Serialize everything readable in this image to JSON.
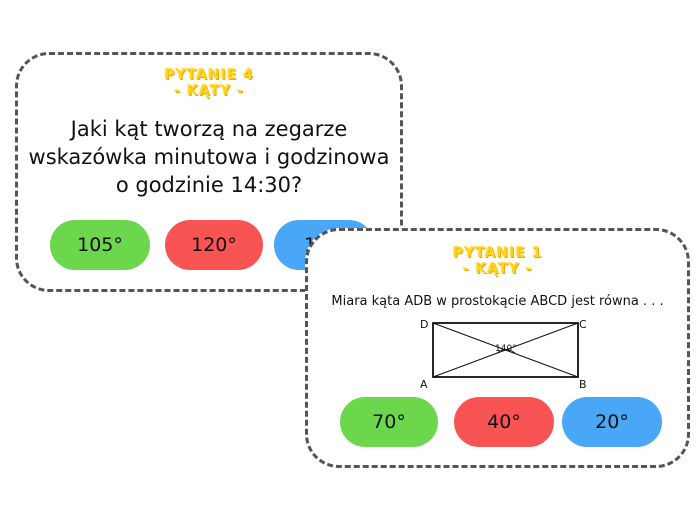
{
  "card_back": {
    "title_line1": "PYTANIE 4",
    "title_line2": "- KĄTY -",
    "question_line1": "Jaki kąt tworzą na zegarze",
    "question_line2": "wskazówka minutowa i godzinowa",
    "question_line3": "o godzinie 14:30?",
    "answers": [
      {
        "label": "105°",
        "color": "#6cd64c"
      },
      {
        "label": "120°",
        "color": "#f85454"
      },
      {
        "label": "1",
        "color": "#4aa6f7"
      }
    ]
  },
  "card_front": {
    "title_line1": "PYTANIE 1",
    "title_line2": "- KĄTY -",
    "question": "Miara kąta ADB w prostokącie ABCD jest równa . . .",
    "diagram": {
      "vertex_labels": {
        "top_left": "D",
        "top_right": "C",
        "bottom_left": "A",
        "bottom_right": "B"
      },
      "angle_label": "140°"
    },
    "answers": [
      {
        "label": "70°",
        "color": "#6cd64c"
      },
      {
        "label": "40°",
        "color": "#f85454"
      },
      {
        "label": "20°",
        "color": "#4aa6f7"
      }
    ]
  },
  "colors": {
    "title": "#ffd21f",
    "border": "#555555"
  }
}
